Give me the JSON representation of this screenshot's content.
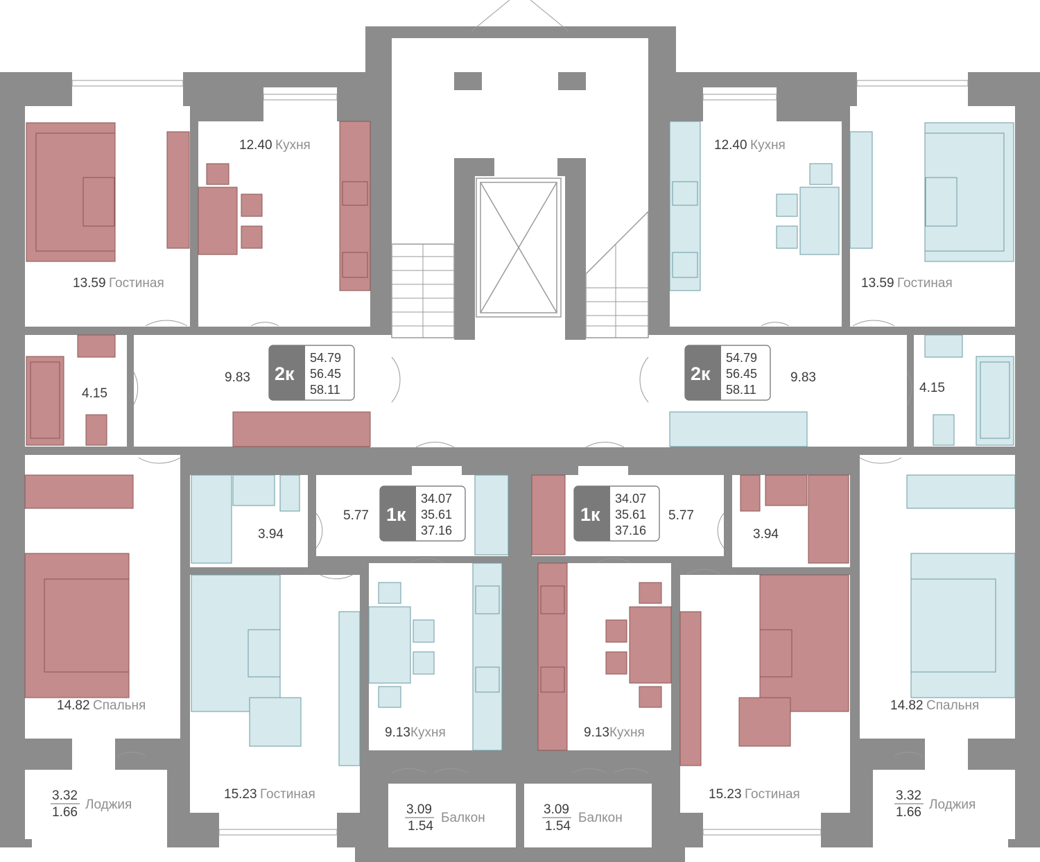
{
  "rooms": {
    "tl_kitchen": {
      "area": "12.40",
      "name": "Кухня"
    },
    "tl_living": {
      "area": "13.59",
      "name": "Гостиная"
    },
    "tl_hall": {
      "area": "9.83"
    },
    "tl_bath": {
      "area": "4.15"
    },
    "tr_kitchen": {
      "area": "12.40",
      "name": "Кухня"
    },
    "tr_living": {
      "area": "13.59",
      "name": "Гостиная"
    },
    "tr_hall": {
      "area": "9.83"
    },
    "tr_bath": {
      "area": "4.15"
    },
    "bl_bed": {
      "area": "14.82",
      "name": "Спальня"
    },
    "bl_loggia": {
      "area_top": "3.32",
      "area_bottom": "1.66",
      "name": "Лоджия"
    },
    "bl_living": {
      "area": "15.23",
      "name": "Гостиная"
    },
    "bl_bath": {
      "area": "3.94"
    },
    "bl_hall": {
      "area": "5.77"
    },
    "bl_kitchen": {
      "area": "9.13",
      "name": "Кухня"
    },
    "bl_balcony": {
      "area_top": "3.09",
      "area_bottom": "1.54",
      "name": "Балкон"
    },
    "br_bed": {
      "area": "14.82",
      "name": "Спальня"
    },
    "br_loggia": {
      "area_top": "3.32",
      "area_bottom": "1.66",
      "name": "Лоджия"
    },
    "br_living": {
      "area": "15.23",
      "name": "Гостиная"
    },
    "br_bath": {
      "area": "3.94"
    },
    "br_hall": {
      "area": "5.77"
    },
    "br_kitchen": {
      "area": "9.13",
      "name": "Кухня"
    },
    "br_balcony": {
      "area_top": "3.09",
      "area_bottom": "1.54",
      "name": "Балкон"
    }
  },
  "badges": {
    "left_2k": {
      "type": "2к",
      "v1": "54.79",
      "v2": "56.45",
      "v3": "58.11"
    },
    "right_2k": {
      "type": "2к",
      "v1": "54.79",
      "v2": "56.45",
      "v3": "58.11"
    },
    "left_1k": {
      "type": "1к",
      "v1": "34.07",
      "v2": "35.61",
      "v3": "37.16"
    },
    "right_1k": {
      "type": "1к",
      "v1": "34.07",
      "v2": "35.61",
      "v3": "37.16"
    }
  },
  "colors": {
    "red_apartment": "#c48c8c",
    "blue_apartment": "#d6e9ec",
    "walls": "#8c8c8c"
  }
}
